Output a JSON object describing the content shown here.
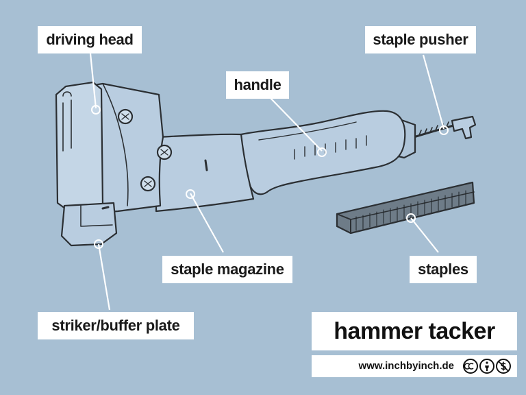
{
  "title": "hammer tacker",
  "credit": "www.inchbyinch.de",
  "labels": {
    "driving_head": "driving head",
    "handle": "handle",
    "staple_pusher": "staple pusher",
    "staple_magazine": "staple magazine",
    "staples": "staples",
    "striker_plate": "striker/buffer plate"
  },
  "license_icons": [
    "creative-commons-icon",
    "attribution-icon",
    "noncommercial-icon"
  ],
  "colors": {
    "background": "#a7bfd3",
    "tool_body": "#b9cde0",
    "outline": "#2b2f33",
    "label_bg": "#ffffff"
  }
}
